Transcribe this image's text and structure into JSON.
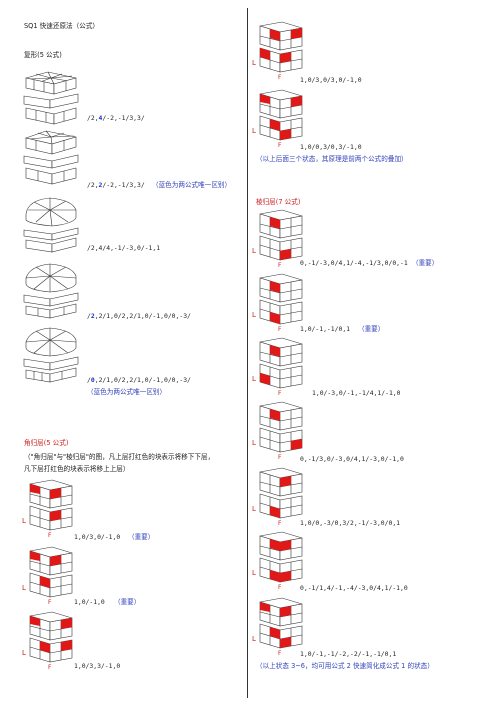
{
  "header": {
    "title": "SQ1 快速还原法（公式）"
  },
  "shape_section": {
    "heading": "复形(5 公式)",
    "formulas": [
      {
        "prefix": "/2,",
        "hl": "4",
        "rest": "/-2,-1/3,3/"
      },
      {
        "prefix": "/2,",
        "hl": "2",
        "rest": "/-2,-1/3,3/",
        "note": "（蓝色为两公式唯一区别）"
      },
      {
        "prefix": "",
        "hl": "",
        "rest": "/2,4/4,-1/-3,0/-1,1"
      },
      {
        "prefix": "/",
        "hl": "2",
        "rest": ",2/1,0/2,2/1,0/-1,0/0,-3/"
      },
      {
        "prefix": "/",
        "hl": "0",
        "rest": ",2/1,0/2,2/1,0/-1,0/0,-3/",
        "note": "（蓝色为两公式唯一区别）"
      }
    ]
  },
  "corner_section": {
    "heading": "角归层(5 公式)",
    "desc_line1": "（\"角归层\"与\"棱归层\"的图，凡上层打红色的块表示将移下下层，",
    "desc_line2": "凡下层打红色的块表示将移上上层）",
    "formulas": [
      {
        "text": "1,0/3,0/-1,0",
        "note": "（重要）"
      },
      {
        "text": "1,0/-1,0",
        "note": "（重要）"
      },
      {
        "text": "1,0/3,3/-1,0",
        "note": ""
      },
      {
        "text": "1,0/3,0/3,0/-1,0",
        "note": ""
      },
      {
        "text": "1,0/0,3/0,3/-1,0",
        "note": ""
      }
    ],
    "footnote": "（以上后面三个状态，其原理是前两个公式的叠加）"
  },
  "edge_section": {
    "heading": "棱归层(7 公式)",
    "formulas": [
      {
        "text": "0,-1/-3,0/4,1/-4,-1/3,0/0,-1",
        "note": "（重要）"
      },
      {
        "text": "1,0/-1,-1/0,1",
        "note": "（重要）"
      },
      {
        "text": "1,0/-3,0/-1,-1/4,1/-1,0",
        "note": ""
      },
      {
        "text": "0,-1/3,0/-3,0/4,1/-3,0/-1,0",
        "note": ""
      },
      {
        "text": "1,0/0,-3/0,3/2,-1/-3,0/0,1",
        "note": ""
      },
      {
        "text": "0,-1/1,4/-1,-4/-3,0/4,1/-1,0",
        "note": ""
      },
      {
        "text": "1,0/-1,-1/-2,-2/-1,-1/0,1",
        "note": ""
      }
    ],
    "footnote": "（以上状态 3~6，均可用公式 2 快速简化成公式 1 的状态）"
  },
  "labels": {
    "left_face": "L",
    "front_face": "F"
  },
  "colors": {
    "accent_red": "#cc2222",
    "note_blue": "#3344bb",
    "sticker_red": "#e01818"
  }
}
